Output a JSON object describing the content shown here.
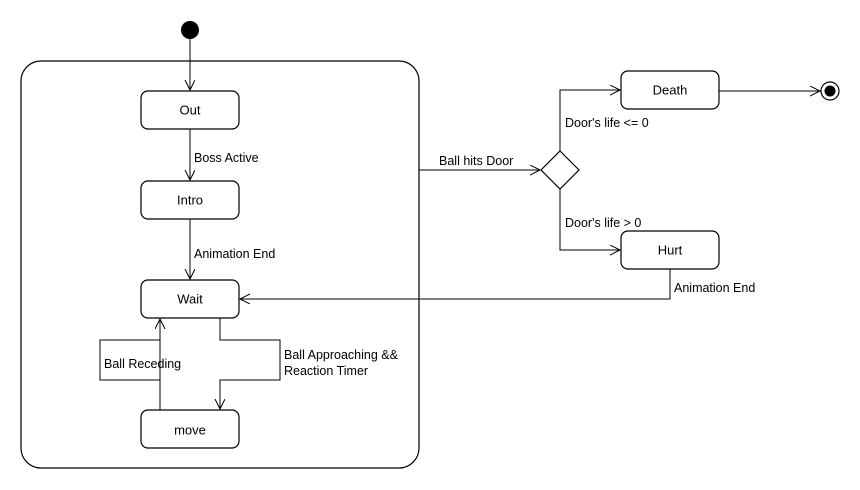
{
  "states": {
    "out": "Out",
    "intro": "Intro",
    "wait": "Wait",
    "move": "move",
    "death": "Death",
    "hurt": "Hurt"
  },
  "transitions": {
    "boss_active": "Boss Active",
    "animation_end_intro": "Animation End",
    "ball_receding": "Ball Receding",
    "ball_approaching_line1": "Ball Approaching &&",
    "ball_approaching_line2": "Reaction Timer",
    "ball_hits_door": "Ball hits Door",
    "door_life_le_zero": "Door's life <= 0",
    "door_life_gt_zero": "Door's life > 0",
    "animation_end_hurt": "Animation End"
  }
}
